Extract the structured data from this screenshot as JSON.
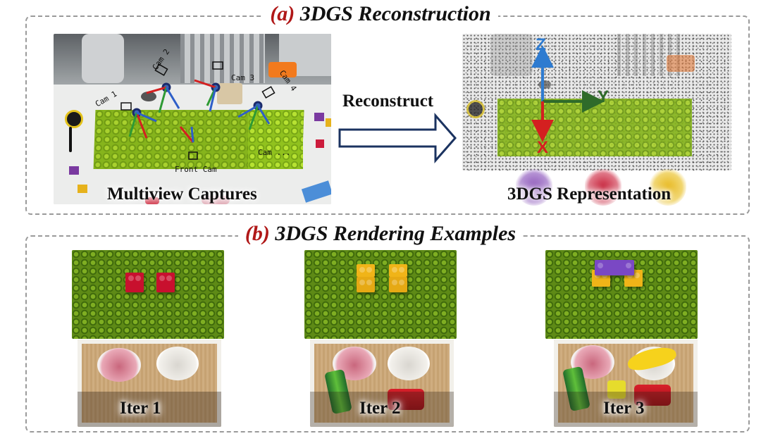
{
  "section_a": {
    "tag": "(a)",
    "title": "3DGS Reconstruction",
    "left_caption": "Multiview Captures",
    "arrow_label": "Reconstruct",
    "right_caption": "3DGS Representation",
    "camera_labels": [
      "Cam 1",
      "Cam 2",
      "Cam 3",
      "Cam 4",
      "Front Cam",
      "Cam ..."
    ],
    "axes": {
      "x": "X",
      "y": "Y",
      "z": "Z"
    },
    "axis_colors": {
      "x": "#d42020",
      "y": "#2f6b2a",
      "z": "#2e7bd0"
    }
  },
  "section_b": {
    "tag": "(b)",
    "title": "3DGS Rendering Examples",
    "iterations": [
      {
        "label": "Iter 1"
      },
      {
        "label": "Iter 2"
      },
      {
        "label": "Iter 3"
      }
    ]
  },
  "colors": {
    "tag_red": "#b01818",
    "panel_border": "#9a9a9a",
    "lego_green": "#86b41c"
  }
}
